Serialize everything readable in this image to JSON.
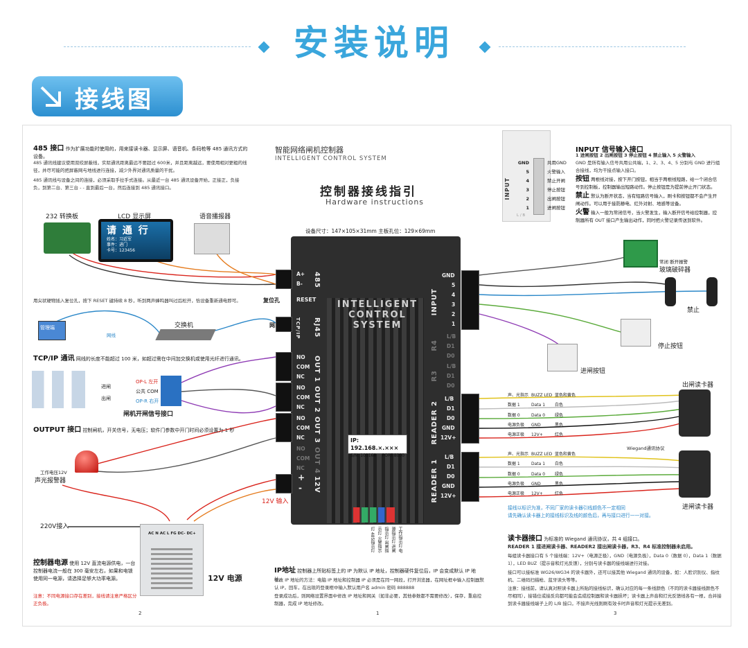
{
  "header": {
    "title": "安装说明",
    "section": "接线图"
  },
  "controller": {
    "title_cn": "智能网络闸机控制器",
    "title_en": "INTELLIGENT CONTROL SYSTEM",
    "guide_cn": "控制器接线指引",
    "guide_en": "Hardware instructions",
    "size": "设备尺寸：147×105×31mm   主板孔位：129×69mm",
    "panel_text": "INTELLIGENT CONTROL SYSTEM",
    "ip": "IP: 192.168.×.×××",
    "sn": "S/N: 100168",
    "port": "PORT:8000",
    "leds": "工作指示灯 电源指示灯 进闸指示灯 出闸指示灯 火警指示灯 485指示灯"
  },
  "left": {
    "p485_title": "485 接口",
    "p485_desc": "作为扩展功能时使用的，用来接读卡器、显示屏、语音机、条码枪等 485 通讯方式的设备。",
    "p485_line1": "485 通讯线建议使用双绞屏蔽线，实际通讯距离最远不要超过 600米，并且距离越远，要使用相对更粗的线径，并尽可能的把屏蔽网与地线进行连接，减少外界对通讯质量的干扰。",
    "p485_line2": "485 通讯线与设备之间的连接，必须采取手拉手式连接。从最近一台 485 通讯设备开始，正接正，负接负，到第二台、第三台 - - 直到最后一台，然后连接到 485 通讯接口。",
    "dev1": "232 转换板",
    "dev2": "LCD 显示屏",
    "dev3": "语音播报器",
    "lcd_l1": "请 通 行",
    "lcd_l2": "姓名：习近军",
    "lcd_l3": "事件：进门",
    "lcd_l4": "卡号：123456",
    "reset_desc": "用尖状硬物插入复位孔，按下 RESET 键持续 8 秒，听到两声蜂鸣器叫过后松开，恰设备重新通电即可。",
    "reset_label": "复位孔",
    "net_label": "网口",
    "pc_label": "管理端",
    "cable_label": "网线",
    "switch_label": "交换机",
    "tcp_title": "TCP/IP 通讯",
    "tcp_desc": "网线的长度不能超过 100 米，如超过需在中间加交换机或使用光纤进行通讯。",
    "gate_in": "进闸",
    "gate_out": "出闸",
    "op_l": "OP-L 左开",
    "op_com": "公共 COM",
    "op_r": "OP-R 右开",
    "gate_signal": "闸机开闸信号接口",
    "out_title": "OUTPUT 接口",
    "out_desc": "控制闸机，开关信号，无电压；软件门参数中开门时间必须设置为 1 秒",
    "alarm_v": "工作电压12V",
    "alarm": "声光报警器",
    "ac": "220V接入",
    "psu_title": "控制器电源",
    "psu_desc": "使用 12V 直流电源供电，一台控制器电流一般在 300 毫安左右，如果和电锁使用同一电源，请选择足够大功率电源。",
    "psu_note": "注意：不同电源接口存在差别，接线请注意严格区分正负极。",
    "psu_label": "12V 电源",
    "psu_terms": "AC N  AC L  FG  DC-  DC+",
    "v12_in": "12V 输入"
  },
  "ports_left": [
    {
      "name": "485",
      "pins": [
        "A+",
        "B-"
      ]
    },
    {
      "name": "RESET",
      "pins": []
    },
    {
      "name": "RJ45",
      "pins": [
        "TCP/IP"
      ]
    },
    {
      "name": "OUT 1",
      "pins": [
        "NO",
        "COM",
        "NC"
      ]
    },
    {
      "name": "OUT 2",
      "pins": [
        "NO",
        "COM",
        "NC"
      ]
    },
    {
      "name": "OUT 3",
      "pins": [
        "NO",
        "COM",
        "NC"
      ]
    },
    {
      "name": "OUT 4",
      "pins": [
        "NO",
        "COM",
        "NC"
      ]
    },
    {
      "name": "12V",
      "pins": [
        "+",
        "-"
      ]
    }
  ],
  "ports_right": [
    {
      "name": "INPUT",
      "pins": [
        "GND",
        "5",
        "4",
        "3",
        "2",
        "1"
      ]
    },
    {
      "name": "R4",
      "pins": [
        "L/B",
        "D1",
        "D0"
      ]
    },
    {
      "name": "R3",
      "pins": [
        "L/B",
        "D1",
        "D0"
      ]
    },
    {
      "name": "READER 2",
      "pins": [
        "L/B",
        "D1",
        "D0",
        "GND",
        "12V+"
      ]
    },
    {
      "name": "READER 1",
      "pins": [
        "L/B",
        "D1",
        "D0",
        "GND",
        "12V+"
      ]
    }
  ],
  "ip_section": {
    "title": "IP地址",
    "desc": "控制器上所贴标签上的 IP 为默认 IP 地址，控制器硬件复位后，IP 会变成默认 IP 地址。",
    "method": "修改 IP 地址的方法：电脑 IP 地址和控制器 IP 必须是在同一网段，打开浏览器，在网址框中输入控制器默认 IP，回车，在出现的登录框中输入默认用户名 admin  密码 888888",
    "method2": "登录成功后，则网络设置界面中修改 IP 地址和网关（如非必要，其他参数都不需要修改），保存，重启控制器，完成 IP 地址修改。"
  },
  "right": {
    "in_title": "INPUT 信号输入接口",
    "in_l1": "1 进闸按钮  2 出闸按钮  3 停止按钮  4 禁止输入  5 火警输入",
    "in_l2": "GND 是所有输入信号共用公共端，1、2、3、4、5 分别与 GND 进行组合接线，均为干接点输入接口。",
    "btn_t": "按钮",
    "btn_d": "两根线对接，按下开门按钮，相当于两根线短路，给一个闭合信号到控制板，控制器输出短路动作。停止按钮是为提前停止开门状态。",
    "ban_t": "禁止",
    "ban_d": "默认为断开状态，当有短路信号输入，刷卡和按钮都不会产生开闸动作。可以用于接防静电、红外对射、地感等设备。",
    "fire_t": "火警",
    "fire_d": "输入一般为常闭信号，当火警发生，输入断开信号给控制器，控制器所有 OUT 接口产生输出动作，同时把火警记录传送到软件。",
    "legend": [
      "共用GND",
      "火警输入",
      "禁止开闸",
      "停止按钮",
      "出闸按钮",
      "进闸按钮"
    ],
    "legend_nums": [
      "GND",
      "5",
      "4",
      "3",
      "2",
      "1"
    ],
    "input_side": "INPUT",
    "lb": "L / B",
    "glass": "玻璃破碎器",
    "glass_sub": "常闭  断开报警",
    "forbid": "禁止",
    "stop_btn": "停止按钮",
    "enter_btn": "进闸按钮",
    "out_reader": "出闸读卡器",
    "in_reader": "进闸读卡器",
    "wiegand": "Wiegand通讯协议",
    "wire_rows": [
      [
        "声、光指示",
        "BUZZ LED",
        "蓝色和黄色"
      ],
      [
        "数据 1",
        "Data 1",
        "白色"
      ],
      [
        "数据 0",
        "Data 0",
        "绿色"
      ],
      [
        "电源负极",
        "GND",
        "黑色"
      ],
      [
        "电源正极",
        "12V+",
        "红色"
      ]
    ],
    "color_note": "接线以标识为准，不同厂家的读卡器引线颜色不一定相同\n请先确认读卡器上的接线标识及线的颜色后，再与接口进行一一对接。",
    "rd_title": "读卡器接口",
    "rd_sub": "为标准的 Wiegand 通讯协议，共 4 组接口。",
    "rd_l1": "READER 1 接进闸读卡器、READER2 接出闸读卡器，R3、R4 标准控制器未启用。",
    "rd_l2": "每组读卡器接口有 5 个接线端：12V+（电源正极），GND（电源负极），Data 0（数据 0），Data 1（数据 1），LED BUZ（提示音和灯光反馈），分别与读卡器的接线端进行对接。",
    "rd_l3": "接口可以接标准 WG26/WG34 的读卡器外，还可以接其他 Wiegand 通讯的设备，如：人脸识别仪、指纹机、二维码扫描枪、蓝牙读头等等。",
    "rd_note": "注意：接线前，请认真对照读卡器上所贴的接线标识，确认对应的每一条线颜色（不同的读卡器接线颜色不尽相同），接错位或接反向都可能会造成控制器和读卡器损坏；读卡器上声音和灯光反馈线各有一根，合并接到读卡器接线端子上的 L/B 接口，不接声光线则刷有效卡时声音和灯光提示无差别。"
  },
  "footer": {
    "p2": "2",
    "p1": "1",
    "p3": "3"
  },
  "colors": {
    "accent": "#3aa6dc",
    "ctrl": "#2e2e2e",
    "red": "#d9231b"
  }
}
